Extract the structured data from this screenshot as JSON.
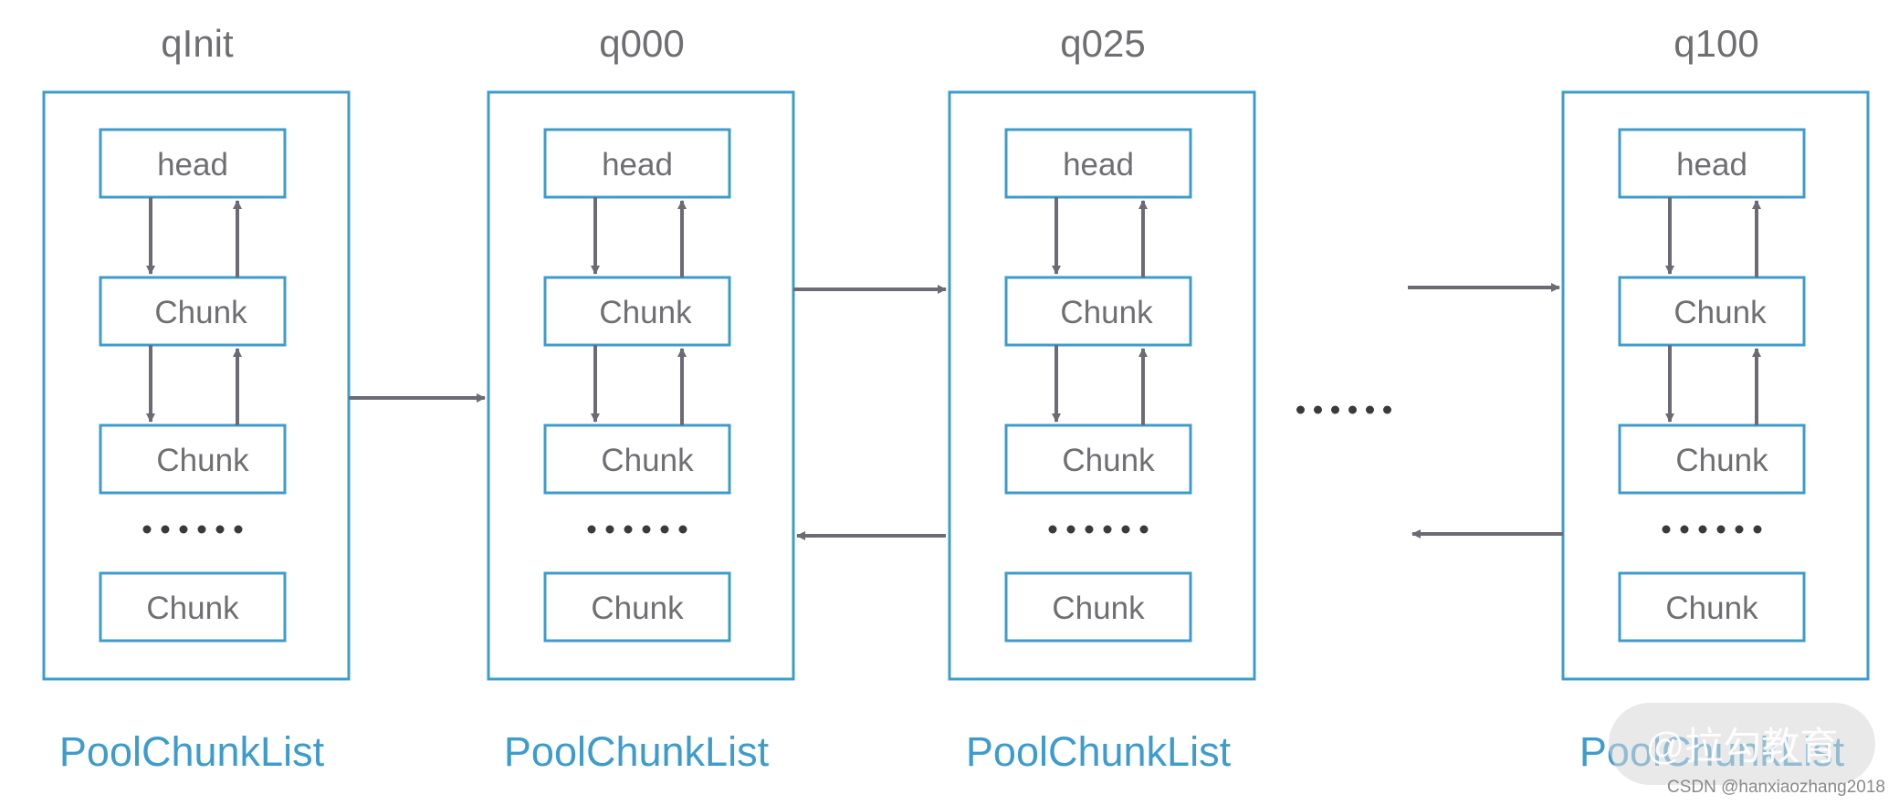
{
  "colors": {
    "box": "#3d9ccc",
    "arrow": "#6b6b75",
    "text": "#6f6f73",
    "label": "#3d9ccc"
  },
  "lists": [
    {
      "title": "qInit",
      "label": "PoolChunkList",
      "nodes": [
        "head",
        "Chunk",
        "Chunk",
        "......",
        "Chunk"
      ]
    },
    {
      "title": "q000",
      "label": "PoolChunkList",
      "nodes": [
        "head",
        "Chunk",
        "Chunk",
        "......",
        "Chunk"
      ]
    },
    {
      "title": "q025",
      "label": "PoolChunkList",
      "nodes": [
        "head",
        "Chunk",
        "Chunk",
        "......",
        "Chunk"
      ]
    },
    {
      "title": "q100",
      "label": "PoolChunkList",
      "nodes": [
        "head",
        "Chunk",
        "Chunk",
        "......",
        "Chunk"
      ]
    }
  ],
  "gap_ellipsis": "......",
  "watermark": "@拉勾教育",
  "credit": "CSDN @hanxiaozhang2018"
}
